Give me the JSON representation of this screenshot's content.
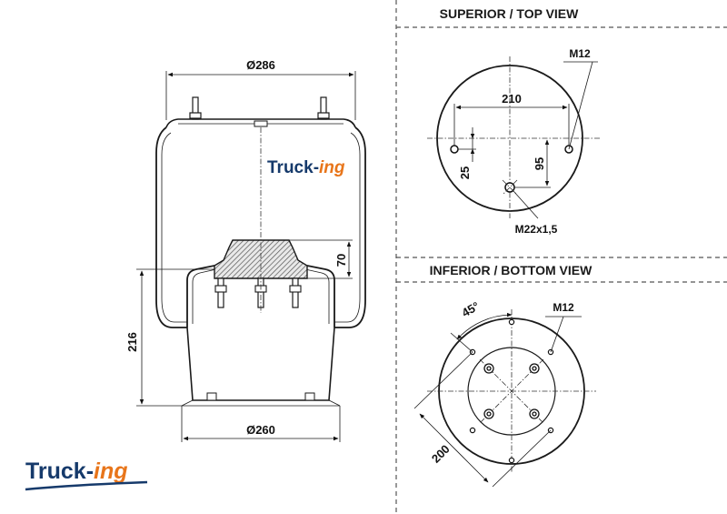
{
  "views": {
    "top_title": "SUPERIOR / TOP VIEW",
    "bottom_title": "INFERIOR / BOTTOM VIEW"
  },
  "side_view": {
    "top_diameter": "Ø286",
    "bottom_diameter": "Ø260",
    "height": "216",
    "piston_height": "70"
  },
  "top_view": {
    "stud_thread": "M12",
    "stud_spacing": "210",
    "offset_25": "25",
    "offset_95": "95",
    "air_port": "M22x1,5"
  },
  "bottom_view": {
    "angle": "45°",
    "stud_thread": "M12",
    "bolt_diameter": "200"
  },
  "brand": {
    "logo_main": "Truck-",
    "logo_accent": "ing",
    "colors": {
      "primary": "#163a6b",
      "accent": "#e8751a"
    }
  }
}
